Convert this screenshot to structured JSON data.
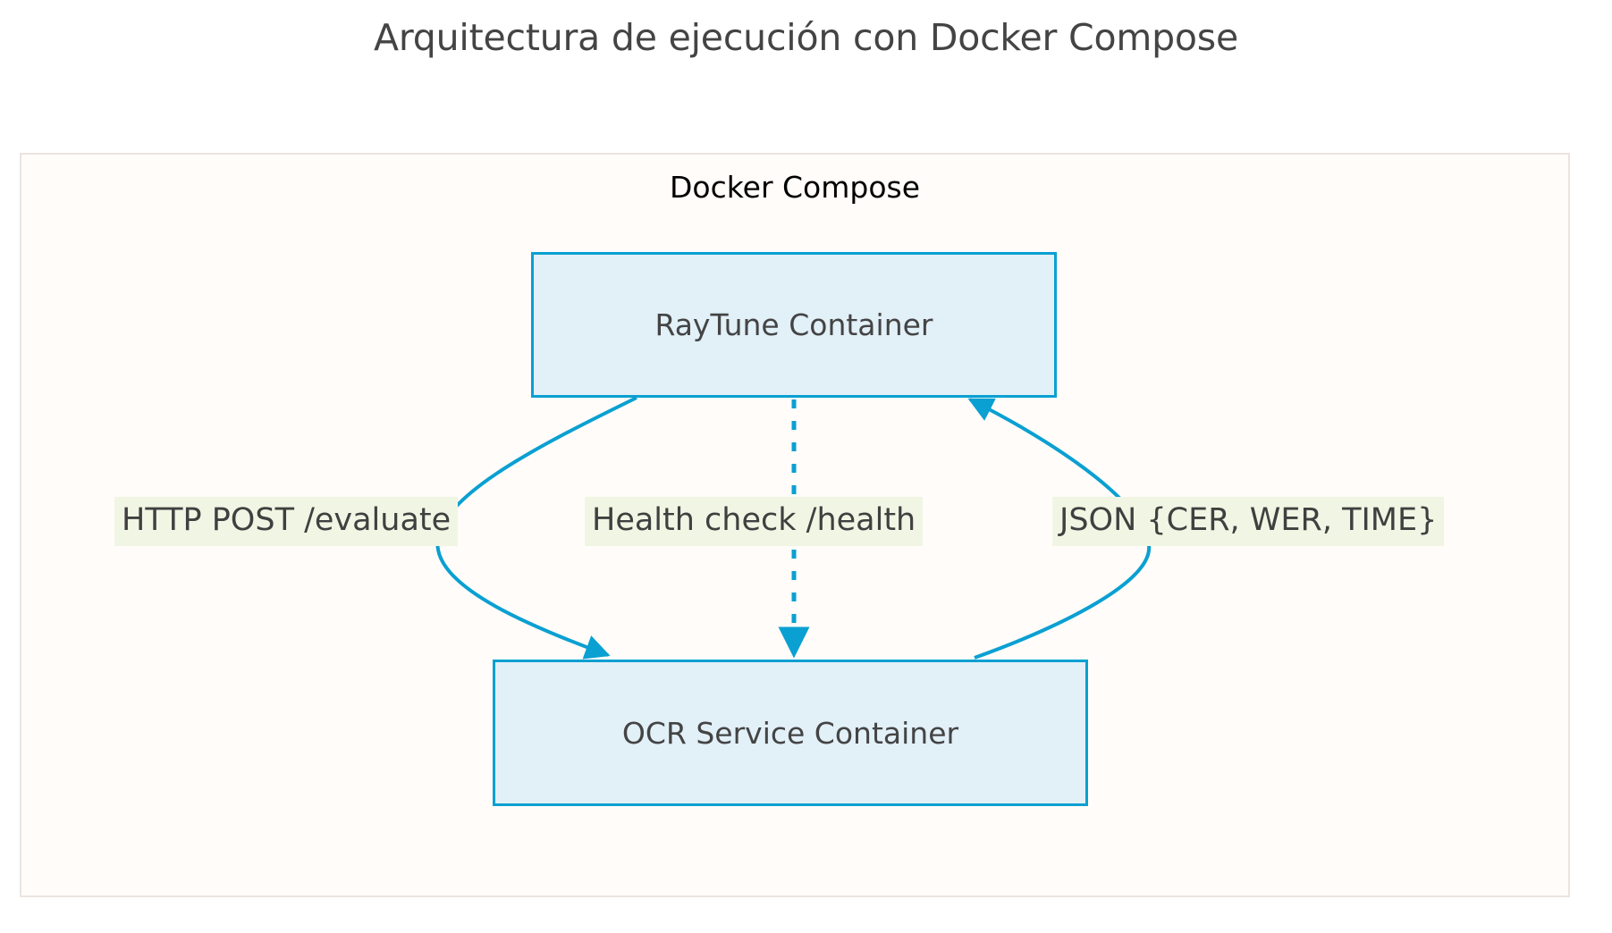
{
  "title": "Arquitectura de ejecución con Docker Compose",
  "colors": {
    "page_background": "#ffffff",
    "title_text": "#444444",
    "subgraph_fill": "#fffcf9",
    "subgraph_border": "#ece3e0",
    "node_fill": "#e2f0f8",
    "node_border": "#0aa0d2",
    "node_text": "#444444",
    "edge_stroke": "#0aa0d2",
    "edge_label_fill": "#f1f6e4",
    "edge_label_text": "#404040"
  },
  "subgraph": {
    "label": "Docker Compose"
  },
  "nodes": [
    {
      "id": "raytune",
      "label": "RayTune Container"
    },
    {
      "id": "ocr",
      "label": "OCR Service Container"
    }
  ],
  "edges": [
    {
      "id": "request",
      "from": "raytune",
      "to": "ocr",
      "label": "HTTP POST /evaluate",
      "style": "solid",
      "arrow": "end"
    },
    {
      "id": "health",
      "from": "raytune",
      "to": "ocr",
      "label": "Health check /health",
      "style": "dotted",
      "arrow": "end"
    },
    {
      "id": "response",
      "from": "ocr",
      "to": "raytune",
      "label": "JSON {CER, WER, TIME}",
      "style": "solid",
      "arrow": "end"
    }
  ]
}
